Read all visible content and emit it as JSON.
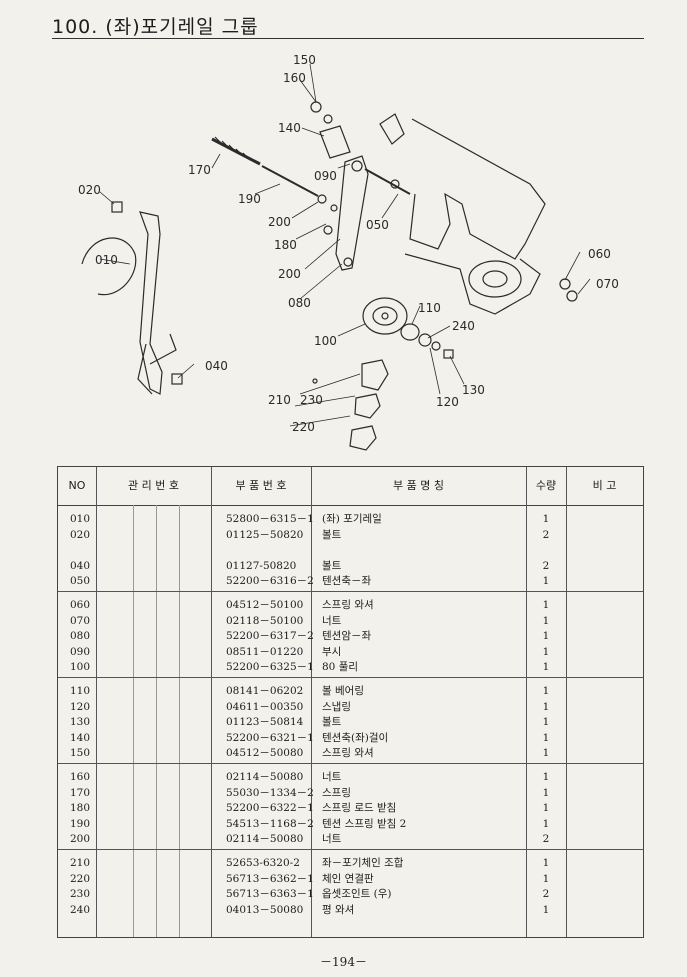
{
  "title": "100. (좌)포기레일 그룹",
  "diagram": {
    "callouts": [
      "150",
      "160",
      "140",
      "170",
      "090",
      "020",
      "190",
      "200",
      "180",
      "050",
      "010",
      "200",
      "080",
      "060",
      "070",
      "110",
      "100",
      "240",
      "040",
      "130",
      "120",
      "210",
      "230",
      "220"
    ]
  },
  "table": {
    "headers": {
      "no": "NO",
      "mgmt": "관 리 번 호",
      "part_no": "부 품 번 호",
      "name": "부 품 명 칭",
      "qty": "수량",
      "note": "비 고"
    },
    "groups": [
      [
        {
          "no": "010",
          "part_no": "52800－6315－1",
          "name": "(좌) 포기레일",
          "qty": "1"
        },
        {
          "no": "020",
          "part_no": "01125－50820",
          "name": "볼트",
          "qty": "2"
        },
        {
          "no": "",
          "part_no": "",
          "name": "",
          "qty": ""
        },
        {
          "no": "040",
          "part_no": "01127-50820",
          "name": "볼트",
          "qty": "2"
        },
        {
          "no": "050",
          "part_no": "52200－6316－2",
          "name": "텐션축－좌",
          "qty": "1"
        }
      ],
      [
        {
          "no": "060",
          "part_no": "04512－50100",
          "name": "스프링 와셔",
          "qty": "1"
        },
        {
          "no": "070",
          "part_no": "02118－50100",
          "name": "너트",
          "qty": "1"
        },
        {
          "no": "080",
          "part_no": "52200－6317－2",
          "name": "텐션암－좌",
          "qty": "1"
        },
        {
          "no": "090",
          "part_no": "08511－01220",
          "name": "부시",
          "qty": "1"
        },
        {
          "no": "100",
          "part_no": "52200－6325－1",
          "name": "80 풀리",
          "qty": "1"
        }
      ],
      [
        {
          "no": "110",
          "part_no": "08141－06202",
          "name": "볼 베어링",
          "qty": "1"
        },
        {
          "no": "120",
          "part_no": "04611－00350",
          "name": "스냅링",
          "qty": "1"
        },
        {
          "no": "130",
          "part_no": "01123－50814",
          "name": "볼트",
          "qty": "1"
        },
        {
          "no": "140",
          "part_no": "52200－6321－1",
          "name": "텐션축(좌)걸이",
          "qty": "1"
        },
        {
          "no": "150",
          "part_no": "04512－50080",
          "name": "스프링 와셔",
          "qty": "1"
        }
      ],
      [
        {
          "no": "160",
          "part_no": "02114－50080",
          "name": "너트",
          "qty": "1"
        },
        {
          "no": "170",
          "part_no": "55030－1334－2",
          "name": "스프링",
          "qty": "1"
        },
        {
          "no": "180",
          "part_no": "52200－6322－1",
          "name": "스프링 로드 받침",
          "qty": "1"
        },
        {
          "no": "190",
          "part_no": "54513－1168－2",
          "name": "텐션 스프링 받침 2",
          "qty": "1"
        },
        {
          "no": "200",
          "part_no": "02114－50080",
          "name": "너트",
          "qty": "2"
        }
      ],
      [
        {
          "no": "210",
          "part_no": "52653-6320-2",
          "name": "좌－포기체인 조합",
          "qty": "1"
        },
        {
          "no": "220",
          "part_no": "56713－6362－1",
          "name": "체인 연결판",
          "qty": "1"
        },
        {
          "no": "230",
          "part_no": "56713－6363－1",
          "name": "옵셋조인트 (우)",
          "qty": "2"
        },
        {
          "no": "240",
          "part_no": "04013－50080",
          "name": "평 와셔",
          "qty": "1"
        }
      ]
    ]
  },
  "page_number": "－194－"
}
